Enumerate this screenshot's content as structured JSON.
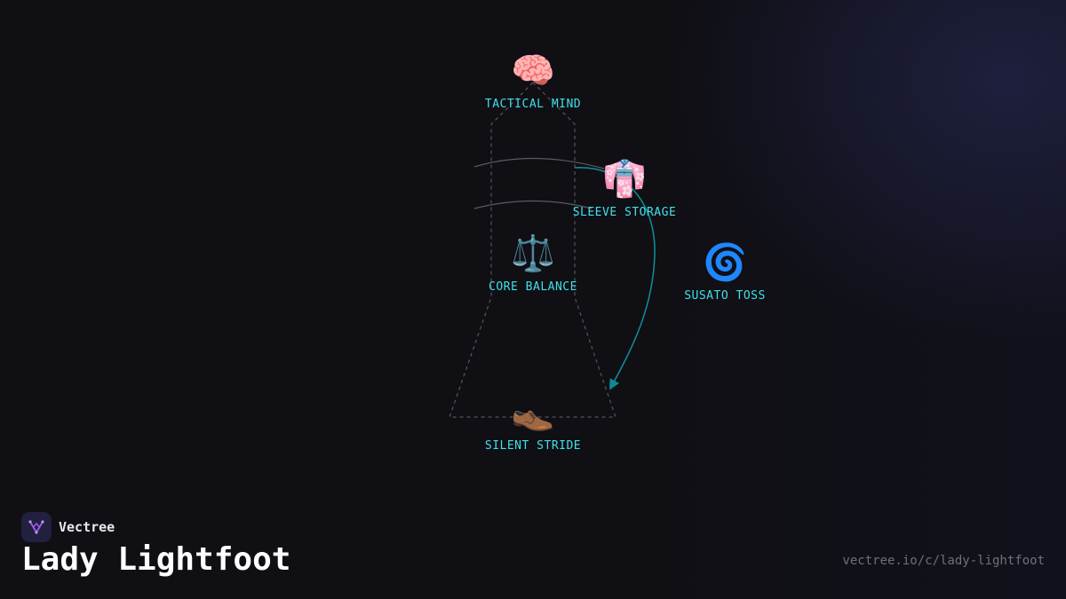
{
  "nodes": {
    "tactical_mind": {
      "emoji": "🧠",
      "label": "TACTICAL MIND"
    },
    "sleeve_storage": {
      "emoji": "👘",
      "label": "SLEEVE STORAGE"
    },
    "core_balance": {
      "emoji": "⚖️",
      "label": "CORE BALANCE"
    },
    "susato_toss": {
      "emoji": "🌀",
      "label": "SUSATO TOSS"
    },
    "silent_stride": {
      "emoji": "👞",
      "label": "SILENT STRIDE"
    }
  },
  "colors": {
    "label": "#3fe0ea",
    "arrow": "#0f8a95",
    "outline": "#55555c",
    "background": "#0f0f14"
  },
  "footer": {
    "brand": "Vectree",
    "title": "Lady Lightfoot",
    "url": "vectree.io/c/lady-lightfoot"
  }
}
